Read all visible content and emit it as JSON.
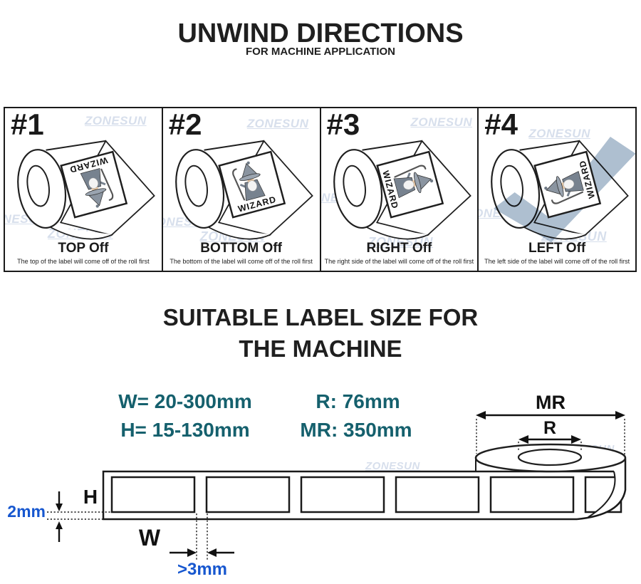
{
  "header": {
    "title": "UNWIND DIRECTIONS",
    "subtitle": "FOR MACHINE APPLICATION"
  },
  "unwind_panels": [
    {
      "number": "#1",
      "title": "TOP Off",
      "caption": "The top of the label will come off of the roll first",
      "label_text": "WIZARD",
      "selected": false
    },
    {
      "number": "#2",
      "title": "BOTTOM Off",
      "caption": "The bottom of the label will come off of the roll first",
      "label_text": "WIZARD",
      "selected": false
    },
    {
      "number": "#3",
      "title": "RIGHT Off",
      "caption": "The right side of the label will come off of the roll first",
      "label_text": "WIZARD",
      "selected": false
    },
    {
      "number": "#4",
      "title": "LEFT Off",
      "caption": "The left side of the label will come off of the roll first",
      "label_text": "WIZARD",
      "selected": true
    }
  ],
  "size_section": {
    "title_line1": "SUITABLE LABEL SIZE FOR",
    "title_line2": "THE MACHINE",
    "specs": {
      "width": "W= 20-300mm",
      "height": "H= 15-130mm",
      "roll_core": "R: 76mm",
      "max_roll": "MR: 350mm"
    }
  },
  "diagram": {
    "label_height": "H",
    "label_width": "W",
    "edge_margin": "2mm",
    "label_gap": ">3mm",
    "max_roll_diameter": "MR",
    "core_diameter": "R"
  },
  "watermark": "ZONESUN",
  "colors": {
    "spec_text": "#15606d",
    "dimension_text": "#1757cf",
    "checkmark": "#aebfd0",
    "watermark_text": "#c3cfe3",
    "line_color": "#1a1a1a"
  }
}
